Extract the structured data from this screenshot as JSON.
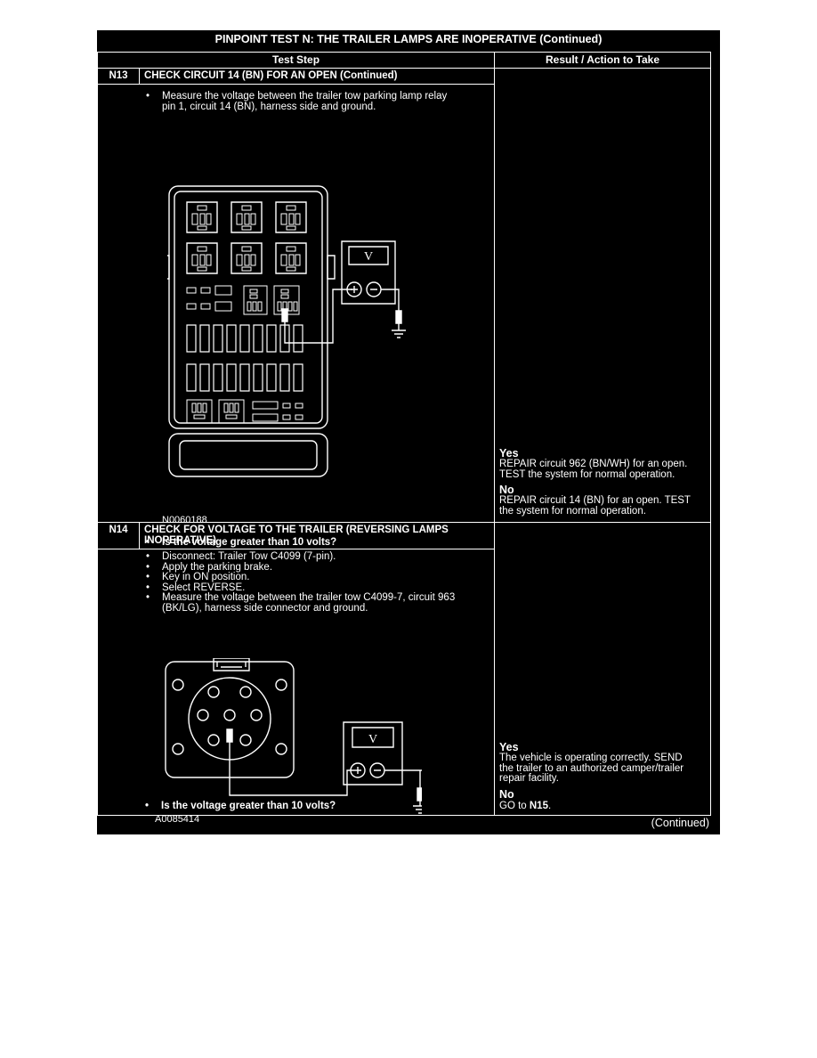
{
  "title": "PINPOINT TEST  N: THE TRAILER LAMPS ARE INOPERATIVE (Continued)",
  "columns": {
    "test_step": "Test Step",
    "result": "Result / Action to Take"
  },
  "n13": {
    "id": "N13",
    "heading": "CHECK CIRCUIT 14 (BN) FOR AN OPEN (Continued)",
    "steps": [
      "Measure the voltage between the trailer tow parking lamp relay",
      "pin 1, circuit 14 (BN), harness side and ground."
    ],
    "figure_id": "N0060188",
    "question": "Is the voltage greater than 10 volts?",
    "yes_label": "Yes",
    "yes_text": [
      "REPAIR circuit 962 (BN/WH) for an open.",
      "TEST the system for normal operation."
    ],
    "no_label": "No",
    "no_text": [
      "REPAIR circuit 14 (BN) for an open. TEST",
      "the system for normal operation."
    ]
  },
  "n14": {
    "id": "N14",
    "heading_lines": [
      "CHECK FOR VOLTAGE TO THE TRAILER (REVERSING LAMPS",
      "INOPERATIVE)"
    ],
    "steps": [
      "Disconnect: Trailer Tow C4099 (7-pin).",
      "Apply the parking brake.",
      "Key in ON position.",
      "Select REVERSE.",
      "Measure the voltage between the trailer tow C4099-7, circuit 963",
      "(BK/LG), harness side connector and ground."
    ],
    "figure_id": "A0085414",
    "question": "Is the voltage greater than 10 volts?",
    "yes_label": "Yes",
    "yes_text": [
      "The vehicle is operating correctly. SEND",
      "the trailer to an authorized camper/trailer",
      "repair facility."
    ],
    "no_label": "No",
    "no_prefix": "GO to ",
    "no_target": "N15",
    "no_suffix": "."
  },
  "meter_symbol": "V",
  "continued": "(Continued)"
}
